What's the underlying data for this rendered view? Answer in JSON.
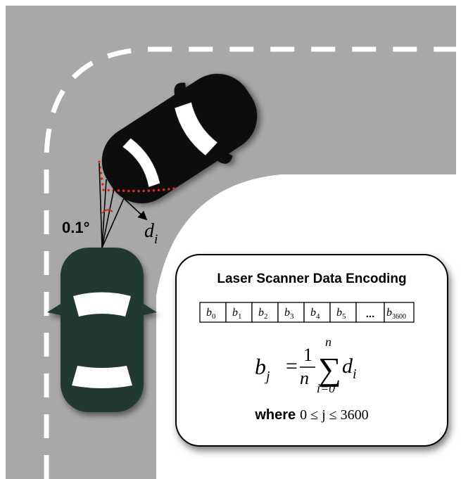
{
  "diagram": {
    "angle_label": "0.1°",
    "distance_label": {
      "base": "d",
      "sub": "i"
    },
    "legend": {
      "title": "Laser Scanner Data Encoding",
      "bins": [
        {
          "base": "b",
          "sub": "0"
        },
        {
          "base": "b",
          "sub": "1"
        },
        {
          "base": "b",
          "sub": "2"
        },
        {
          "base": "b",
          "sub": "3"
        },
        {
          "base": "b",
          "sub": "4"
        },
        {
          "base": "b",
          "sub": "5"
        },
        {
          "base": "",
          "sub": "",
          "ellipsis": "..."
        },
        {
          "base": "b",
          "sub": "3600"
        }
      ],
      "formula": {
        "lhs": "b",
        "lhs_sub": "j",
        "equals": "=",
        "numerator": "1",
        "denominator": "n",
        "sum_symbol": "∑",
        "sum_upper": "n",
        "sum_lower": "i=0",
        "term": "d",
        "term_sub": "i"
      },
      "constraint": {
        "keyword": "where",
        "expression": "0 ≤ j ≤ 3600"
      }
    },
    "colors": {
      "road": "#a8a8a8",
      "road_markings": "#ffffff",
      "ego_vehicle": "#213830",
      "other_vehicle": "#0a0a0a",
      "scan_points": "#e0281e",
      "angle_arc": "#c8281e"
    }
  }
}
